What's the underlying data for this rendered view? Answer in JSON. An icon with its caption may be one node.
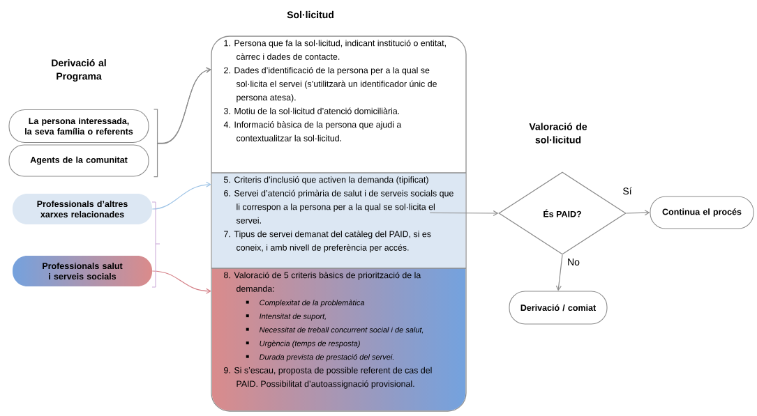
{
  "diagram": {
    "nodes": [
      {
        "text": [
          "La persona interessada, la seva família o referents"
        ]
      },
      {
        "text": [
          "Agents de la comunitat"
        ]
      },
      {
        "text": [
          "Professionals d’altres xarxes relacionades"
        ]
      },
      {
        "text": [
          "Professionals salut i serveis socials"
        ]
      },
      {
        "text": [
          "Sol·licitud"
        ]
      },
      {
        "text": [
          "1. Persona que fa la sol·licitud, indicant institució o entitat, càrrec i dades de contacte.",
          "2. Dades d’identificació de la persona per a la qual se sol·licita el servei (s’utilitzarà un identificador únic de persona atesa).",
          "3. Motiu de la sol·licitud d’atenció domiciliària.",
          "4. Informació bàsica de la persona que ajudi a contextualitzar la sol·licitud."
        ],
        "in": 4
      },
      {
        "text": [
          "5. Criteris d’inclusió que activen la demanda (tipificat)",
          "6. Servei d’atenció primària de salut i de serveis socials que li correspon a la persona per a la qual se sol·licita el servei.",
          "7. Tipus de servei demanat del catàleg del PAID, si es coneix, i amb nivell de preferència per accés."
        ],
        "in": 4
      },
      {
        "text": [
          "8. Valoració de 5 criteris bàsics de priorització de la demanda:",
          "Complexitat de la problemàtica",
          "Intensitat de suport,",
          "Necessitat de treball concurrent social i de salut,",
          "Urgència (temps de resposta)",
          "Durada prevista de prestació del servei.",
          "9. Si s’escau, proposta de possible referent de cas del PAID. Possibilitat d’autoassignació provisional."
        ],
        "in": 4
      },
      {
        "text": [
          "És PAID?"
        ]
      },
      {
        "text": [
          "Continua el procés"
        ]
      },
      {
        "text": [
          "Derivació / comiat"
        ]
      }
    ],
    "edges": [
      {
        "from": 0,
        "to": 5,
        "arrow": "to"
      },
      {
        "from": 1,
        "to": 5,
        "arrow": "to"
      },
      {
        "from": 2,
        "to": 6,
        "arrow": "to",
        "color": "#9dc3e6"
      },
      {
        "from": 3,
        "to": 7,
        "arrow": "to",
        "color": "#d47f86"
      },
      {
        "from": 6,
        "to": 8,
        "arrow": "to"
      },
      {
        "from": 8,
        "to": 9,
        "arrow": "to",
        "label": "Sí"
      },
      {
        "from": 8,
        "to": 10,
        "arrow": "to",
        "label": "No"
      }
    ],
    "labels": [
      "Derivació al Programa",
      "Valoració de sol·licitud"
    ]
  }
}
